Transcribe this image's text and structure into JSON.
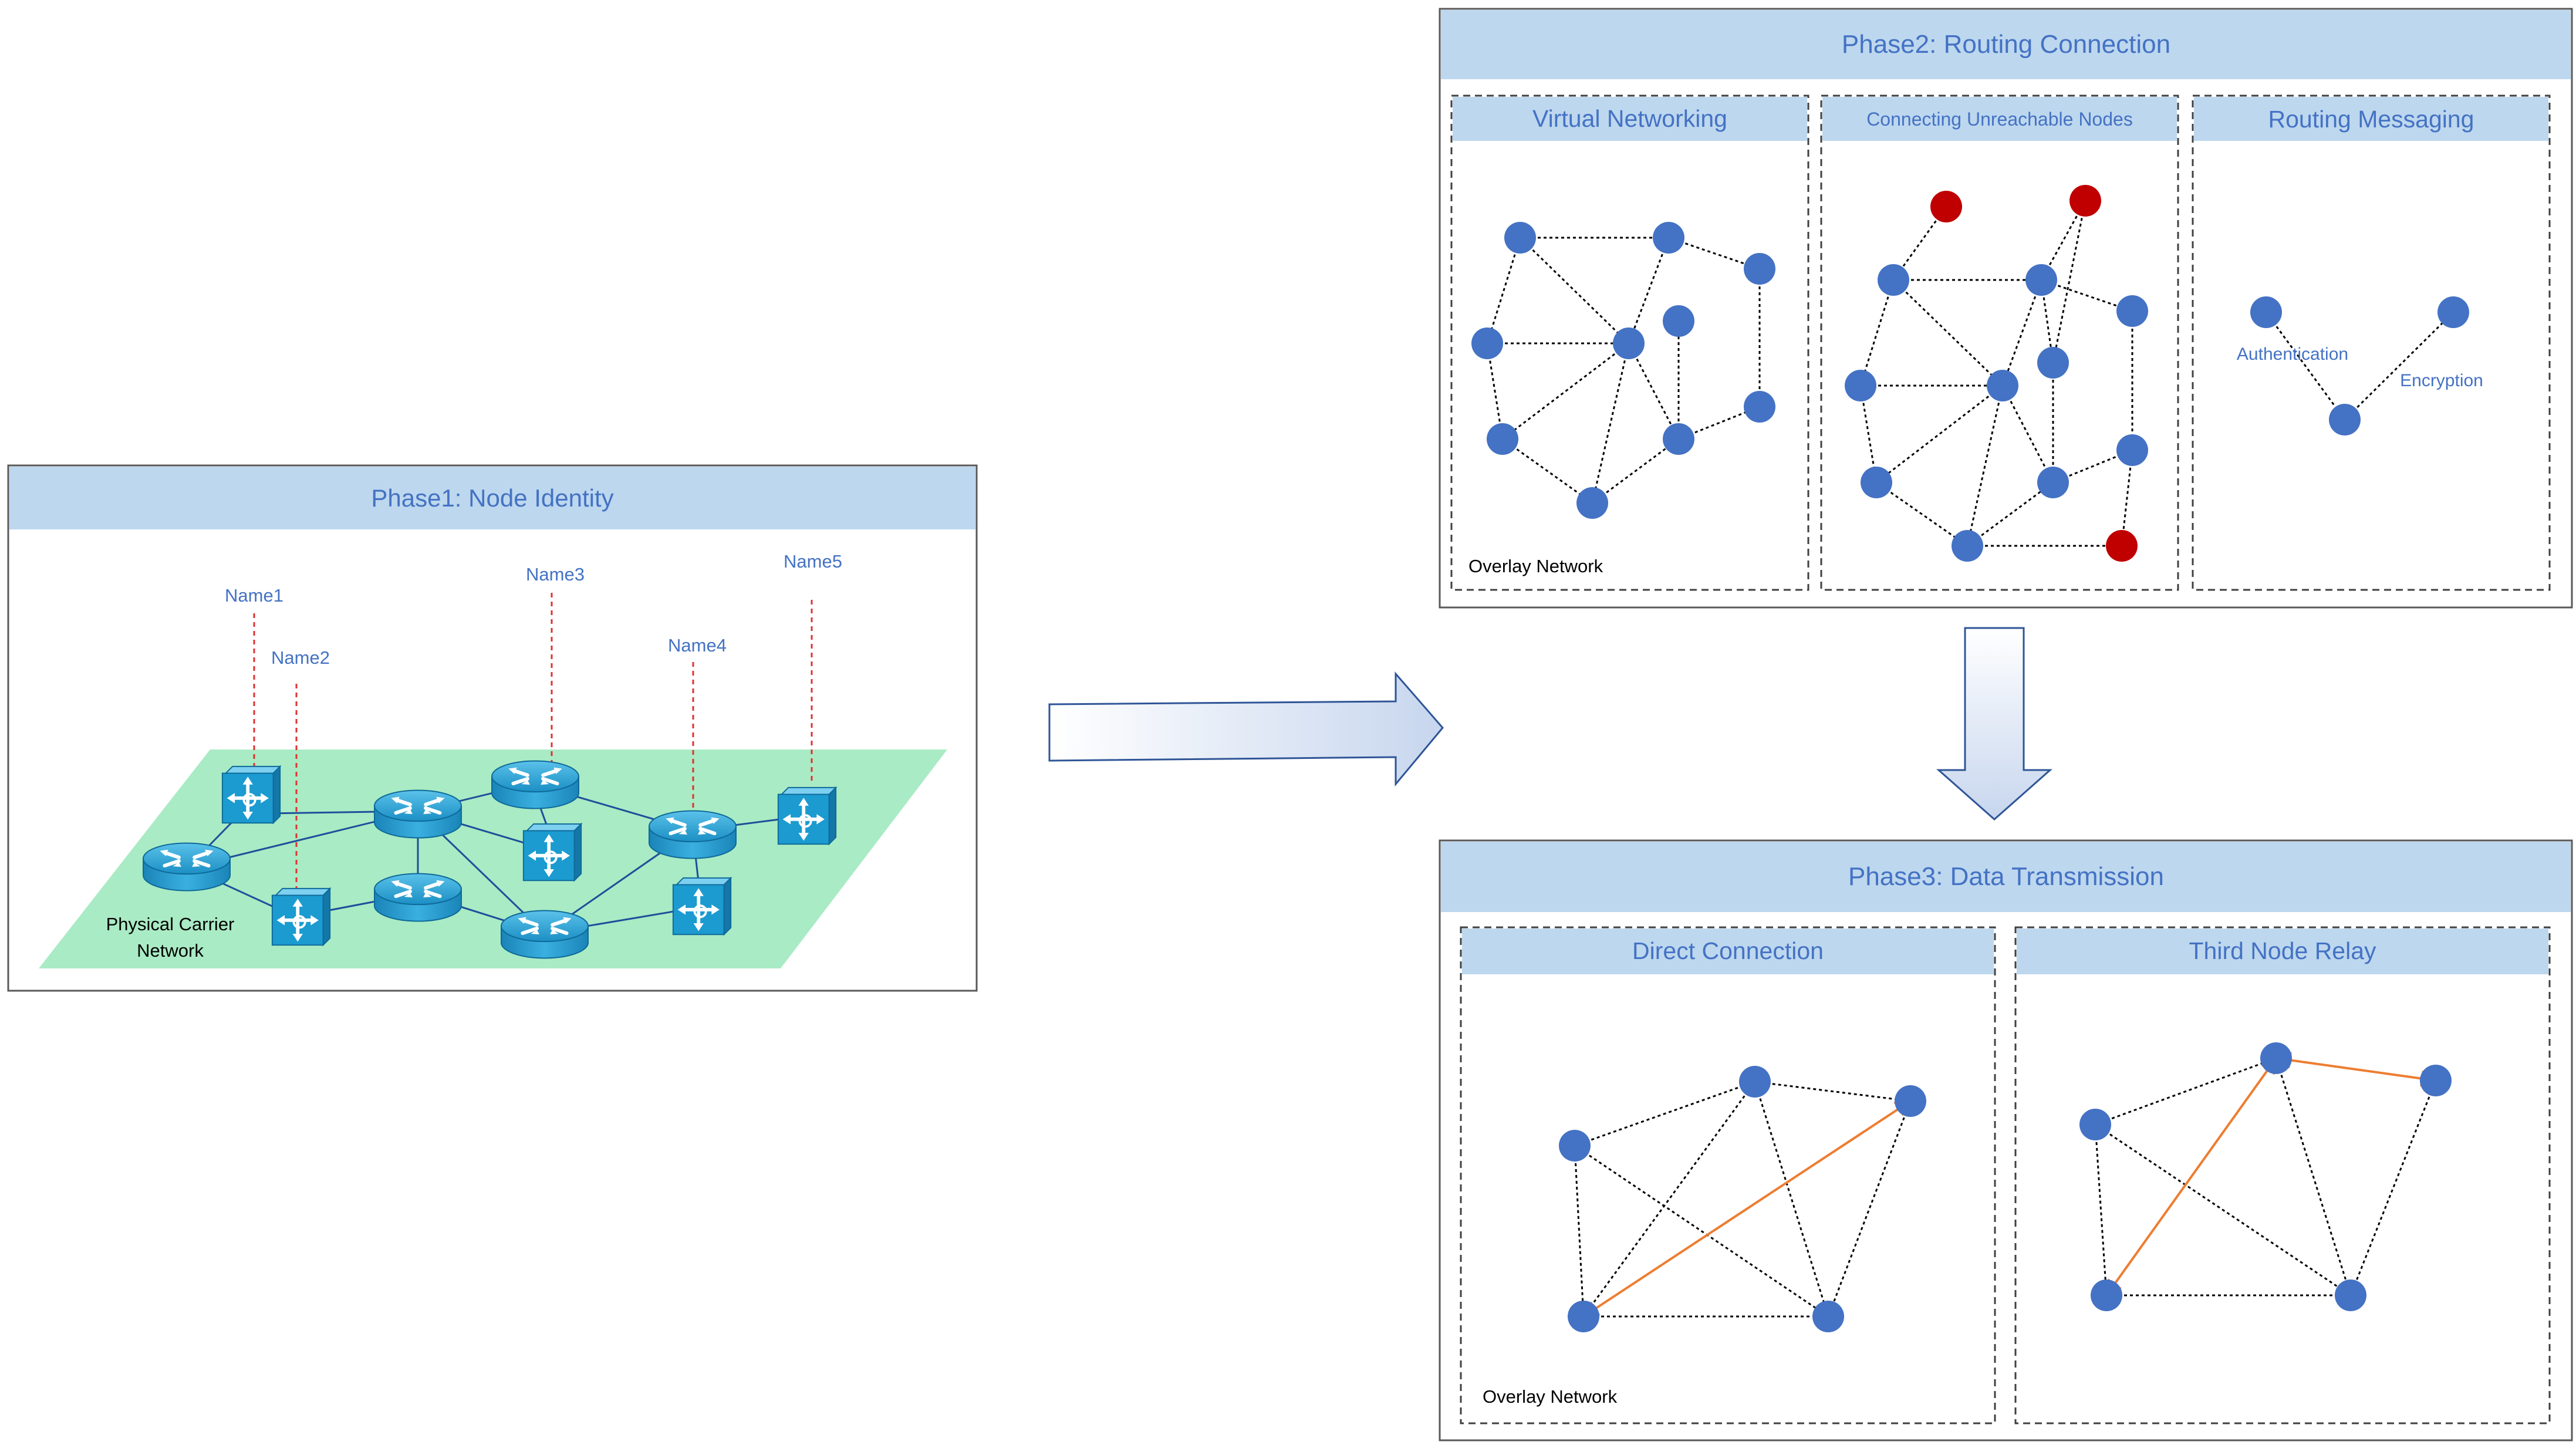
{
  "phase1": {
    "title": "Phase1: Node Identity",
    "names": [
      "Name1",
      "Name2",
      "Name3",
      "Name4",
      "Name5"
    ],
    "carrier_label_line1": "Physical Carrier",
    "carrier_label_line2": "Network"
  },
  "phase2": {
    "title": "Phase2: Routing Connection",
    "panels": [
      {
        "title": "Virtual Networking"
      },
      {
        "title": "Connecting Unreachable Nodes"
      },
      {
        "title": "Routing Messaging"
      }
    ],
    "overlay_label": "Overlay Network",
    "auth_label": "Authentication",
    "enc_label": "Encryption"
  },
  "phase3": {
    "title": "Phase3: Data Transmission",
    "panels": [
      {
        "title": "Direct Connection"
      },
      {
        "title": "Third Node Relay"
      }
    ],
    "overlay_label": "Overlay Network"
  },
  "colors": {
    "header_fill": "#BDD7EE",
    "header_text": "#4472C4",
    "node": "#4472C4",
    "unreachable_node": "#C00000",
    "carrier_plane": "#A9EBC4",
    "router": "#1B9BD0",
    "name_line": "#E03030",
    "path_arrow": "#ED7D31"
  }
}
